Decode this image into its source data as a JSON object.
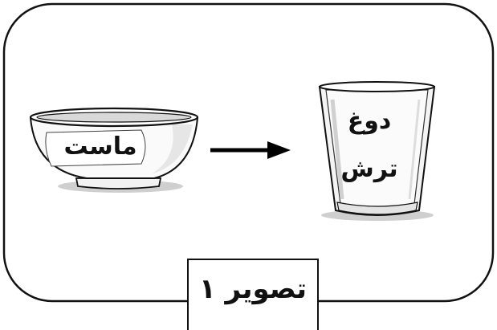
{
  "figure": {
    "caption": "تصویر ۱"
  },
  "bowl": {
    "label": "ماست"
  },
  "glass": {
    "label_line1": "دوغ",
    "label_line2": "ترش"
  },
  "colors": {
    "stroke": "#111111",
    "shadow": "#cfcfcf",
    "glass_fill": "#f4f4f4",
    "bowl_fill": "#fafafa"
  },
  "icons": {
    "bowl": "bowl-icon",
    "glass": "glass-icon",
    "arrow": "arrow-right-icon"
  }
}
